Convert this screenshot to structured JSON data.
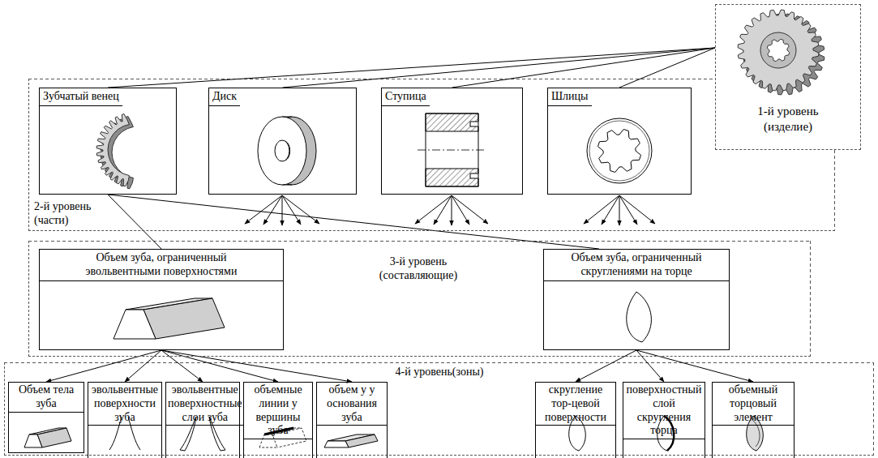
{
  "diagram": {
    "nodes": [
      {
        "text": [
          "1-й уровень (изделие)"
        ]
      },
      {
        "text": [
          "2-й уровень (части)"
        ]
      },
      {
        "text": [
          "Зубчатый венец"
        ],
        "in": 1
      },
      {
        "text": [
          "Диск"
        ],
        "in": 1
      },
      {
        "text": [
          "Ступица"
        ],
        "in": 1
      },
      {
        "text": [
          "Шлицы"
        ],
        "in": 1
      },
      {
        "text": [
          "3-й уровень (составляющие)"
        ]
      },
      {
        "text": [
          "Объем зуба, ограниченный эвольвентными поверхностями"
        ],
        "in": 6
      },
      {
        "text": [
          "Объем зуба, ограниченный скруглениями на торце"
        ],
        "in": 6
      },
      {
        "text": [
          "4-й уровень(зоны)"
        ]
      },
      {
        "text": [
          "Объем тела зуба"
        ],
        "in": 9
      },
      {
        "text": [
          "эвольвентные поверхности зуба"
        ],
        "in": 9
      },
      {
        "text": [
          "эвольвентные поверхностные слои зуба"
        ],
        "in": 9
      },
      {
        "text": [
          "объемные линии у вершины зуба"
        ],
        "in": 9
      },
      {
        "text": [
          "объем у у основания зуба"
        ],
        "in": 9
      },
      {
        "text": [
          "скругление тор-цевой поверхности"
        ],
        "in": 9
      },
      {
        "text": [
          "поверхностный слой скругления торца"
        ],
        "in": 9
      },
      {
        "text": [
          "объемный торцовый элемент"
        ],
        "in": 9
      }
    ],
    "edges": [
      {
        "from": 0,
        "to": 2,
        "arrow": "none"
      },
      {
        "from": 0,
        "to": 3,
        "arrow": "none"
      },
      {
        "from": 0,
        "to": 4,
        "arrow": "none"
      },
      {
        "from": 0,
        "to": 5,
        "arrow": "none"
      },
      {
        "from": 2,
        "to": 7,
        "arrow": "none"
      },
      {
        "from": 2,
        "to": 8,
        "arrow": "none"
      },
      {
        "from": 7,
        "to": 10,
        "arrow": "to"
      },
      {
        "from": 7,
        "to": 11,
        "arrow": "to"
      },
      {
        "from": 7,
        "to": 12,
        "arrow": "to"
      },
      {
        "from": 7,
        "to": 13,
        "arrow": "to"
      },
      {
        "from": 7,
        "to": 14,
        "arrow": "to"
      },
      {
        "from": 8,
        "to": 15,
        "arrow": "to"
      },
      {
        "from": 8,
        "to": 16,
        "arrow": "to"
      },
      {
        "from": 8,
        "to": 17,
        "arrow": "to"
      }
    ]
  }
}
